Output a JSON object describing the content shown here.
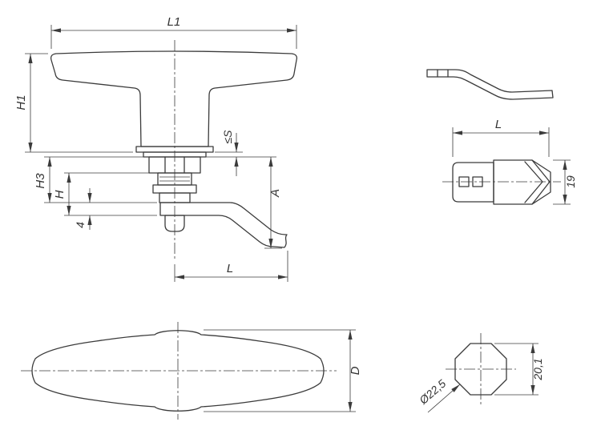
{
  "drawing": {
    "background": "#ffffff",
    "line_color": "#3b3b3b",
    "views": {
      "front": {
        "dims": {
          "l1": "L1",
          "h1": "H1",
          "s_max": "≤S",
          "h3": "H3",
          "h": "H",
          "arm_thickness": "4",
          "a": "A",
          "l": "L"
        }
      },
      "side": {
        "dims": {
          "l": "L",
          "height": "19"
        }
      },
      "top": {
        "dims": {
          "d": "D"
        }
      },
      "section": {
        "dims": {
          "diameter": "Ø22,5",
          "across_flats": "20,1"
        }
      }
    }
  }
}
